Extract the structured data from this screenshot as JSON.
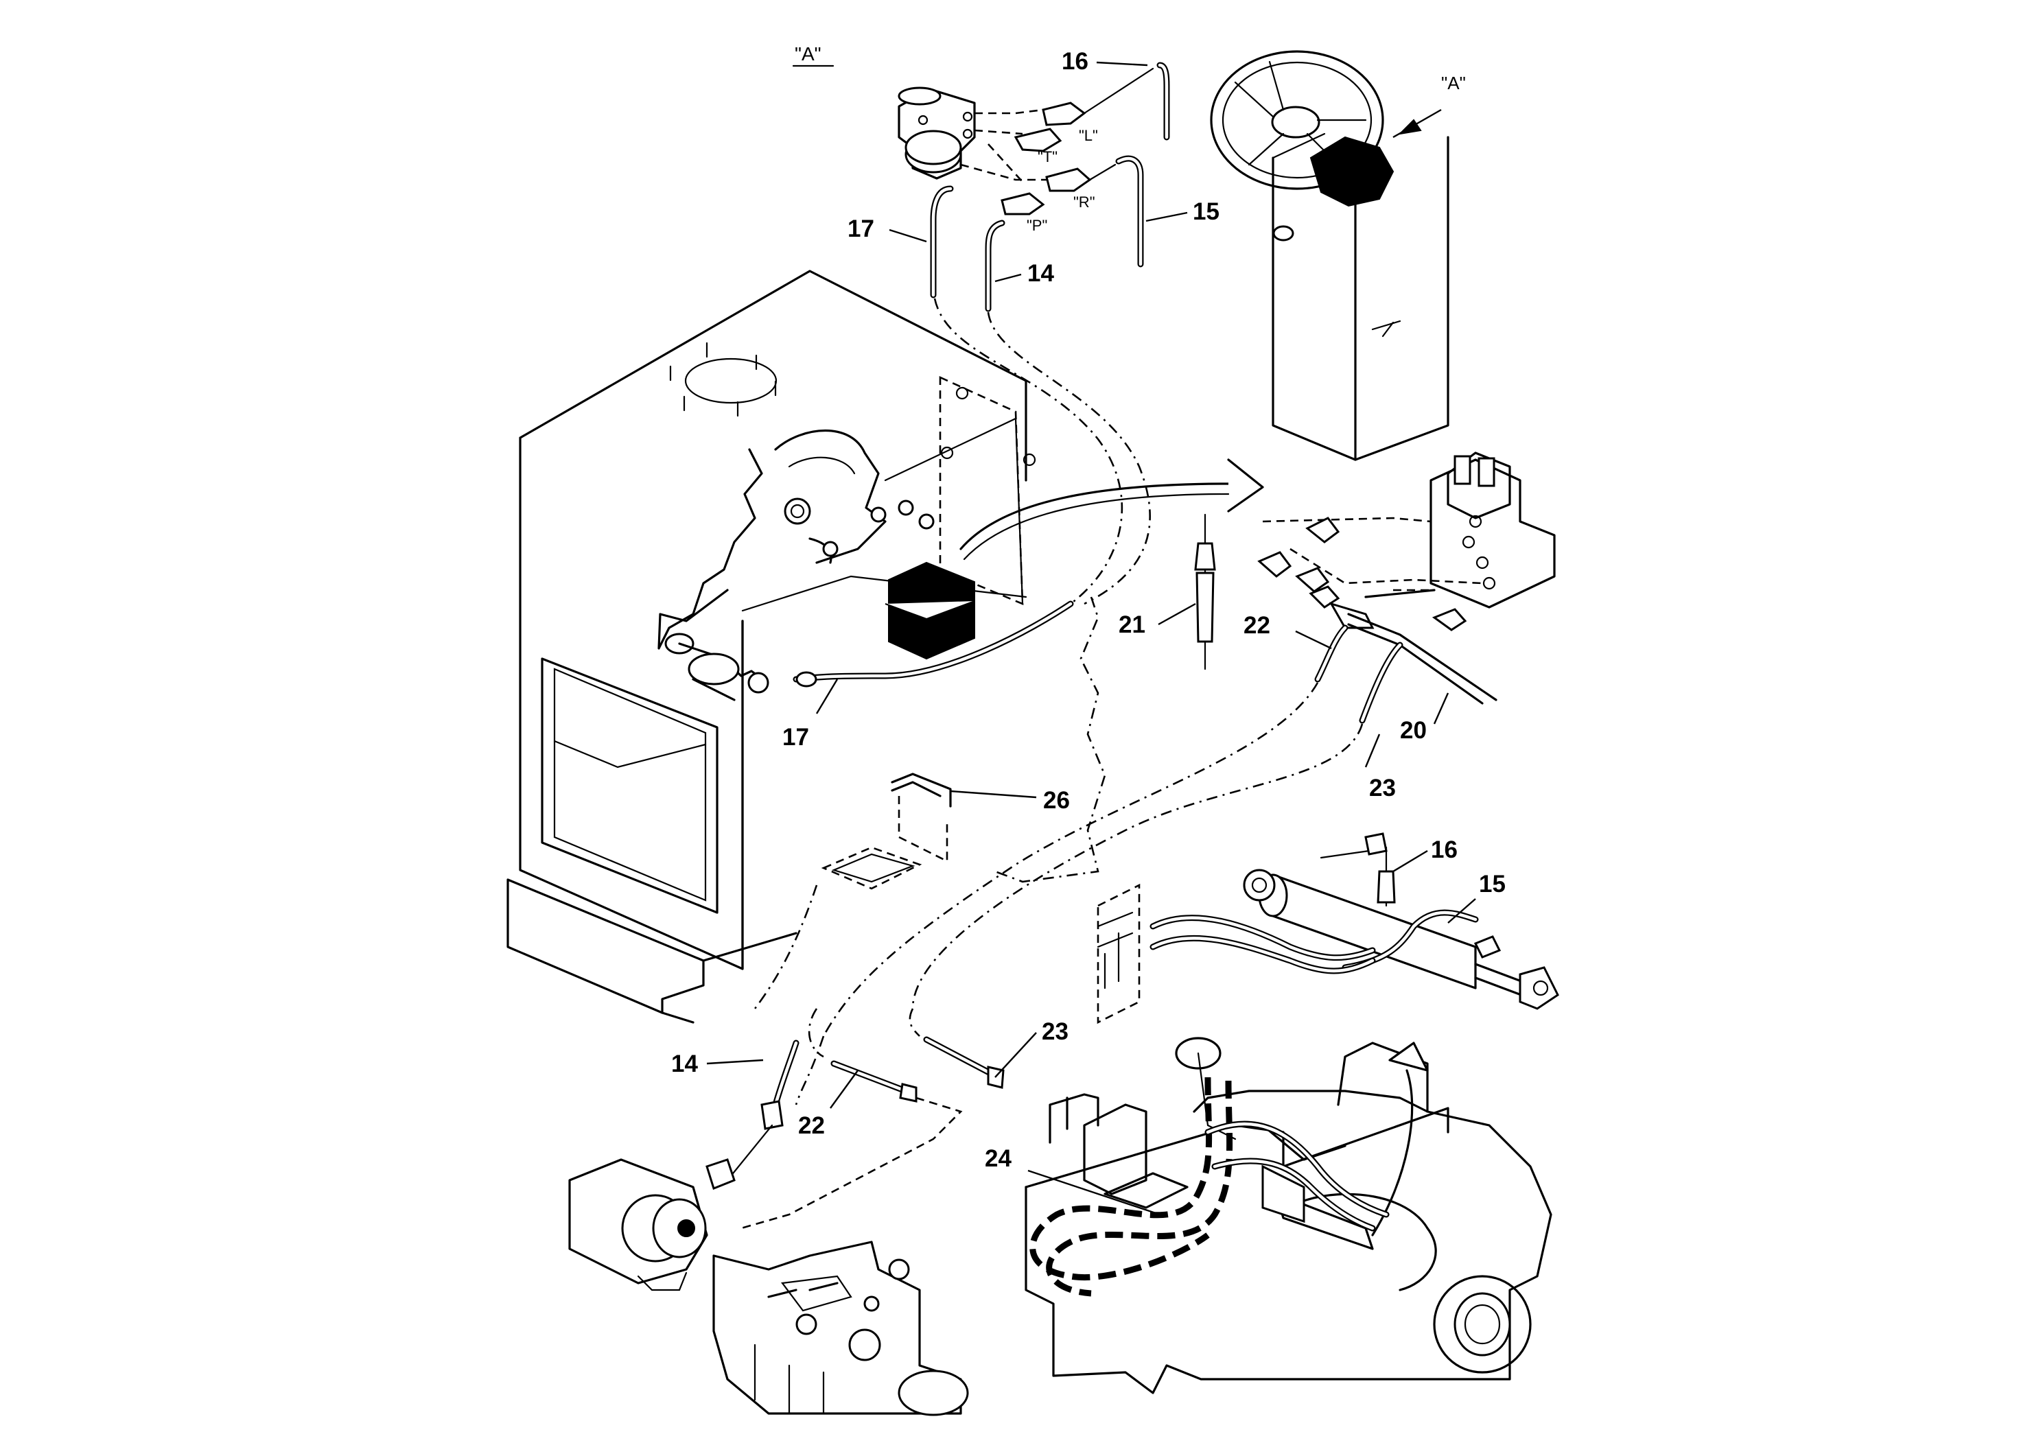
{
  "view_label": "\"A\"",
  "pointer_label": "\"A\"",
  "ports": {
    "L": "\"L\"",
    "T": "\"T\"",
    "R": "\"R\"",
    "P": "\"P\""
  },
  "callouts": {
    "c16a": "16",
    "c17a": "17",
    "c14a": "14",
    "c15a": "15",
    "c21": "21",
    "c22a": "22",
    "c17b": "17",
    "c20": "20",
    "c23a": "23",
    "c26": "26",
    "c16b": "16",
    "c15b": "15",
    "c23b": "23",
    "c14b": "14",
    "c22b": "22",
    "c24": "24"
  }
}
